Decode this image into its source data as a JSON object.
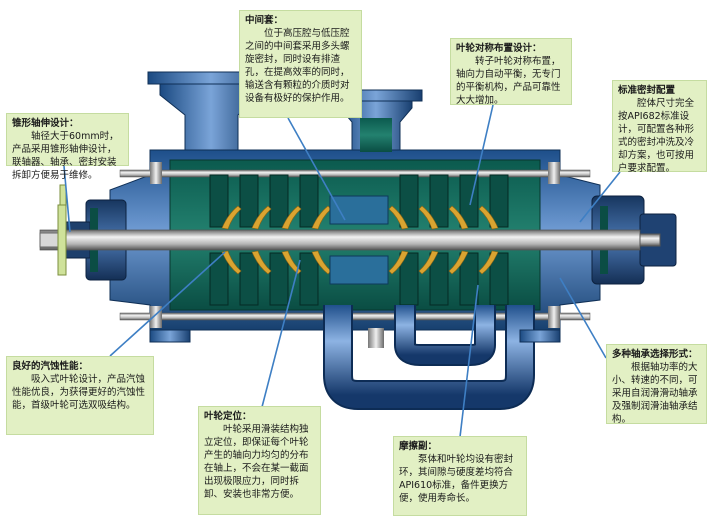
{
  "callouts": {
    "intermediate_sleeve": {
      "title": "中间套：",
      "body": "位于高压腔与低压腔之间的中间套采用多头螺旋密封，同时设有排渣孔，在提高效率的同时，输送含有颗粒的介质时对设备有极好的保护作用。"
    },
    "impeller_symmetric": {
      "title": "叶轮对称布置设计：",
      "body": "转子叶轮对称布置，轴向力自动平衡，无专门的平衡机构，产品可靠性大大增加。"
    },
    "tapered_shaft": {
      "title": "锥形轴伸设计：",
      "body": "轴径大于60mm时，产品采用锥形轴伸设计，联轴器、轴承、密封安装拆卸方便易于维修。"
    },
    "standard_seal": {
      "title": "标准密封配置",
      "body": "腔体尺寸完全按API682标准设计，可配置各种形式的密封冲洗及冷却方案，也可按用户要求配置。"
    },
    "cavitation": {
      "title": "良好的汽蚀性能：",
      "body": "吸入式叶轮设计，产品汽蚀性能优良，为获得更好的汽蚀性能，首级叶轮可选双吸结构。"
    },
    "impeller_positioning": {
      "title": "叶轮定位：",
      "body": "叶轮采用滑装结构独立定位，即保证每个叶轮产生的轴向力均匀的分布在轴上，不会在某一截面出现极限应力，同时拆卸、安装也非常方便。"
    },
    "wear_ring": {
      "title": "摩擦副：",
      "body": "泵体和叶轮均设有密封环，其间隙与硬度差均符合API610标准，备件更换方便，使用寿命长。"
    },
    "bearing_options": {
      "title": "多种轴承选择形式：",
      "body": "根据轴功率的大小、转速的不同，可采用自润滑滑动轴承及强制润滑油轴承结构。"
    }
  }
}
